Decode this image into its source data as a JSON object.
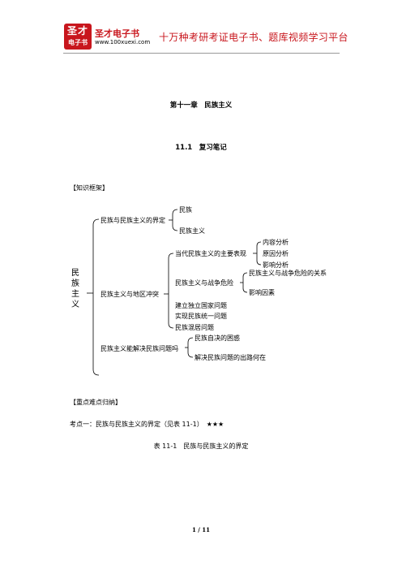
{
  "header": {
    "logo_line1": "圣才",
    "logo_line2": "电子书",
    "brand_name": "圣才电子书",
    "brand_url": "www.100xuexi.com",
    "slogan": "十万种考研考证电子书、题库视频学习平台"
  },
  "chapter_title": "第十一章　民族主义",
  "section_title": "11.1　复习笔记",
  "framework_label": "【知识框架】",
  "mindmap": {
    "root": [
      "民",
      "族",
      "主",
      "义"
    ],
    "branches": [
      {
        "label": "民族与民族主义的界定",
        "children": [
          "民族",
          "民族主义"
        ]
      },
      {
        "label": "民族主义与地区冲突",
        "sub1": {
          "label": "当代民族主义的主要表现",
          "children": [
            "内容分析",
            "原因分析",
            "影响分析"
          ]
        },
        "sub2": {
          "label": "民族主义与战争危险",
          "children": [
            "民族主义与战争危险的关系",
            "影响因素"
          ]
        },
        "plain": [
          "建立独立国家问题",
          "实现民族统一问题",
          "民族混居问题"
        ]
      },
      {
        "label": "民族主义能解决民族问题吗",
        "children": [
          "民族自决的困惑",
          "解决民族问题的出路何在"
        ]
      }
    ]
  },
  "key_points_label": "【重点难点归纳】",
  "kaodian": "考点一：民族与民族主义的界定（见表 11-1）　★★★",
  "table_caption": "表 11-1　民族与民族主义的界定",
  "footer": "1 / 11"
}
